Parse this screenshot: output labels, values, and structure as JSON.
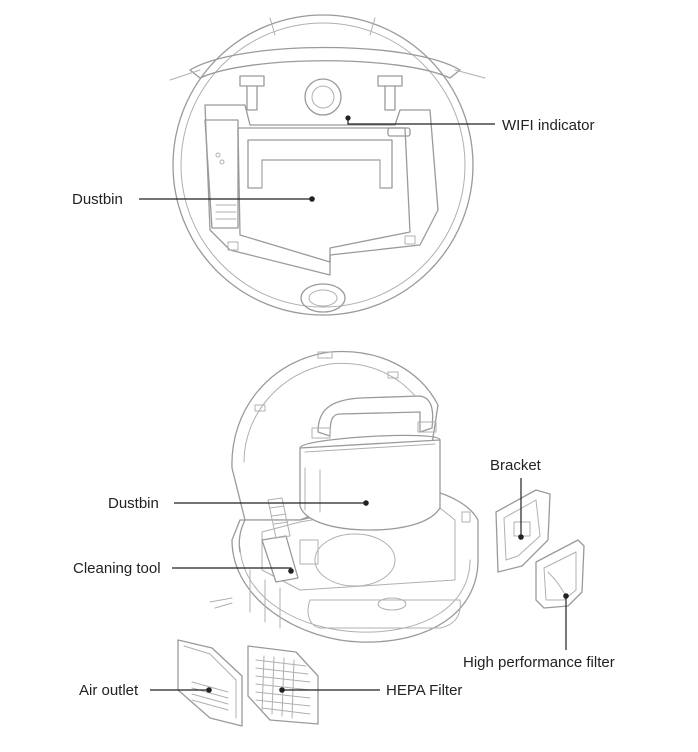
{
  "labels": {
    "wifi_indicator": "WIFI indicator",
    "dustbin_top": "Dustbin",
    "dustbin_bottom": "Dustbin",
    "cleaning_tool": "Cleaning tool",
    "bracket": "Bracket",
    "high_performance_filter": "High performance filter",
    "air_outlet": "Air outlet",
    "hepa_filter": "HEPA Filter"
  },
  "colors": {
    "outline": "#9a9a9a",
    "text": "#222222",
    "leader": "#222222",
    "background": "#ffffff"
  }
}
